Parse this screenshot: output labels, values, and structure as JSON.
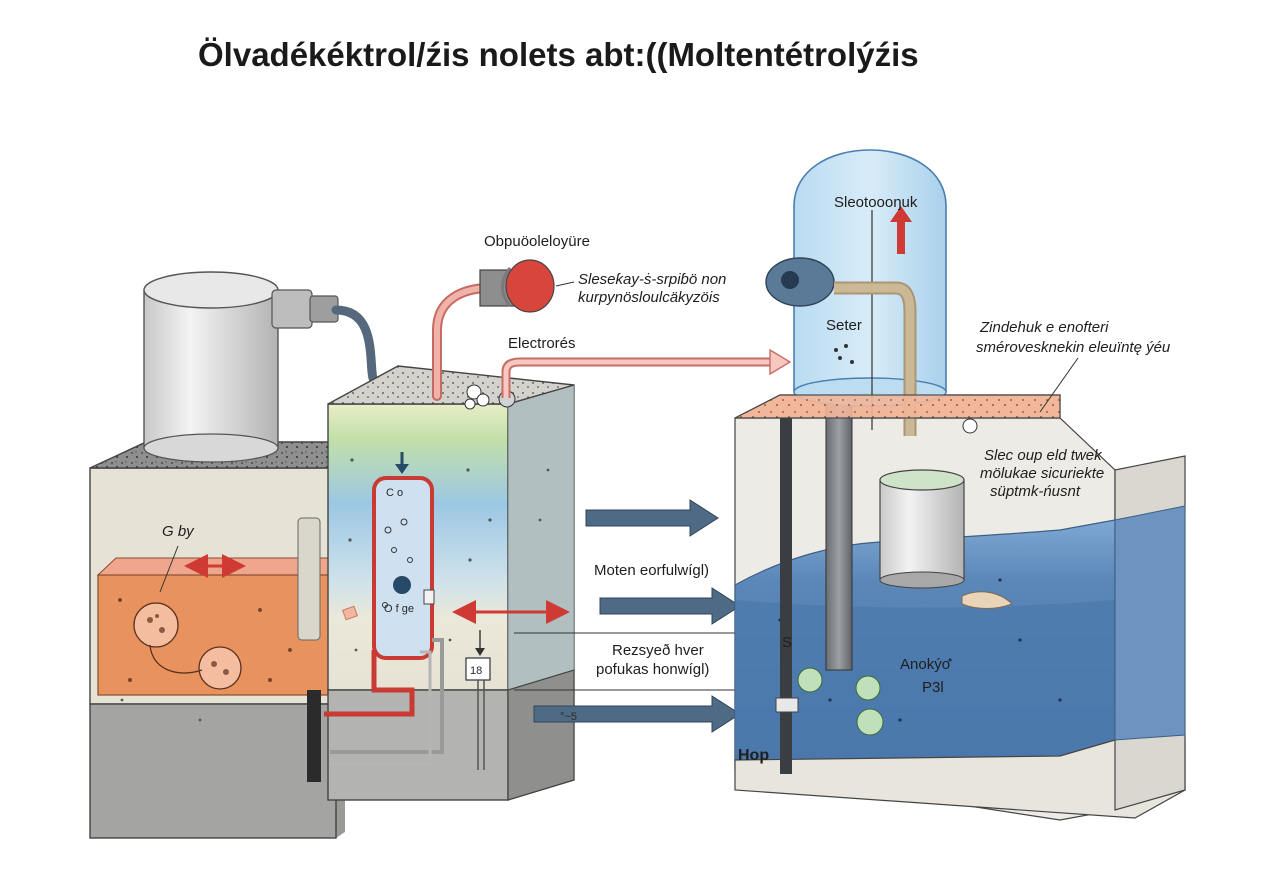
{
  "title": "Ölvadékéktrol/źis  nolets abt:((Moltentétrolýźis",
  "labels": {
    "left_cell": "G by",
    "outlet": "Obpuöoleloyüre",
    "sensor_line1": "Sleseƙay-ṡ-srpiɓö non",
    "sensor_line2": "kurpynösloulcäkyzöis",
    "electrodes": "Electrorés",
    "column_top": "C o",
    "column_bottom": "O f ge",
    "gauge": "18",
    "flow_mid": "Moten eorfulwígl)",
    "flow_low1": "Rezsyeð hver",
    "flow_low2": "pofukas honwígl)",
    "right_tank_top": "Sleotoooŋuk",
    "right_tank_mid": "Seter",
    "right_note1": "Zindehuk e enofteri",
    "right_note2": "smérovesknekin eleuïntę ýéu",
    "right_side1": "Slec oup eld twek",
    "right_side2": "mölukae sicuriekte",
    "right_side3": "süptmk-ńusnt",
    "right_s": "S",
    "anode1": "Anokýo",
    "anode2": "P3l",
    "hop": "Hop"
  },
  "colors": {
    "arrow_blue": "#4e6a85",
    "arrow_red": "#d03a34",
    "pipe_red": "#c93a32",
    "pipe_pink": "#e9a7a0",
    "melt_blue": "#4b79ad",
    "melt_light": "#9cc2e6",
    "orange": "#e8935e",
    "concrete": "#c8c8c4"
  }
}
